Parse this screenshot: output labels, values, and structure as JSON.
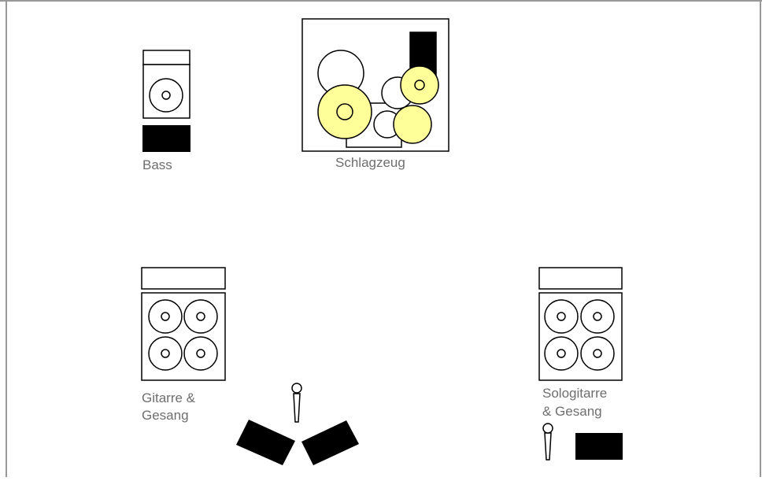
{
  "labels": {
    "bass": "Bass",
    "drums": "Schlagzeug",
    "guitar_line1": "Gitarre &",
    "guitar_line2": "Gesang",
    "lead_line1": "Sologitarre",
    "lead_line2": "& Gesang"
  },
  "colors": {
    "frame": "#999999",
    "stroke": "#000000",
    "cymbal": "#ffff99",
    "label": "#6e6e6e",
    "monitor": "#000000"
  }
}
